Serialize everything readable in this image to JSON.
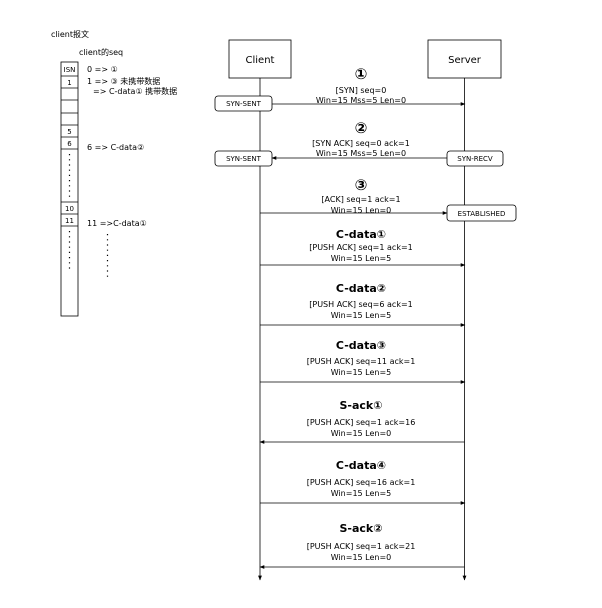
{
  "left_panel": {
    "title": "client报文",
    "subtitle": "client的seq",
    "cells": [
      {
        "label": "ISN",
        "note": "0 => ①"
      },
      {
        "label": "1",
        "note": "1 => ③ 未携带数据"
      },
      {
        "label": "",
        "note": "=> C-data① 携带数据"
      },
      {
        "label": "",
        "note": ""
      },
      {
        "label": "",
        "note": ""
      },
      {
        "label": "5",
        "note": ""
      },
      {
        "label": "6",
        "note": "6 => C-data②"
      },
      {
        "label": "10",
        "note": ""
      },
      {
        "label": "11",
        "note": "11 =>C-data①"
      }
    ]
  },
  "participants": {
    "client": "Client",
    "server": "Server"
  },
  "states": {
    "syn_sent_1": "SYN-SENT",
    "syn_sent_2": "SYN-SENT",
    "syn_recv": "SYN-RECV",
    "established": "ESTABLISHED"
  },
  "messages": [
    {
      "title": "①",
      "line1": "[SYN] seq=0",
      "line2": "Win=15 Mss=5 Len=0",
      "dir": "c2s"
    },
    {
      "title": "②",
      "line1": "[SYN ACK] seq=0 ack=1",
      "line2": "Win=15 Mss=5 Len=0",
      "dir": "s2c"
    },
    {
      "title": "③",
      "line1": "[ACK] seq=1 ack=1",
      "line2": "Win=15 Len=0",
      "dir": "c2s"
    },
    {
      "title": "C-data①",
      "line1": "[PUSH ACK] seq=1 ack=1",
      "line2": "Win=15 Len=5",
      "dir": "c2s"
    },
    {
      "title": "C-data②",
      "line1": "[PUSH ACK] seq=6 ack=1",
      "line2": "Win=15 Len=5",
      "dir": "c2s"
    },
    {
      "title": "C-data③",
      "line1": "[PUSH ACK] seq=11 ack=1",
      "line2": "Win=15 Len=5",
      "dir": "c2s"
    },
    {
      "title": "S-ack①",
      "line1": "[PUSH ACK] seq=1 ack=16",
      "line2": "Win=15 Len=0",
      "dir": "s2c"
    },
    {
      "title": "C-data④",
      "line1": "[PUSH ACK] seq=16 ack=1",
      "line2": "Win=15 Len=5",
      "dir": "c2s"
    },
    {
      "title": "S-ack②",
      "line1": "[PUSH ACK] seq=1 ack=21",
      "line2": "Win=15 Len=0",
      "dir": "s2c"
    }
  ]
}
